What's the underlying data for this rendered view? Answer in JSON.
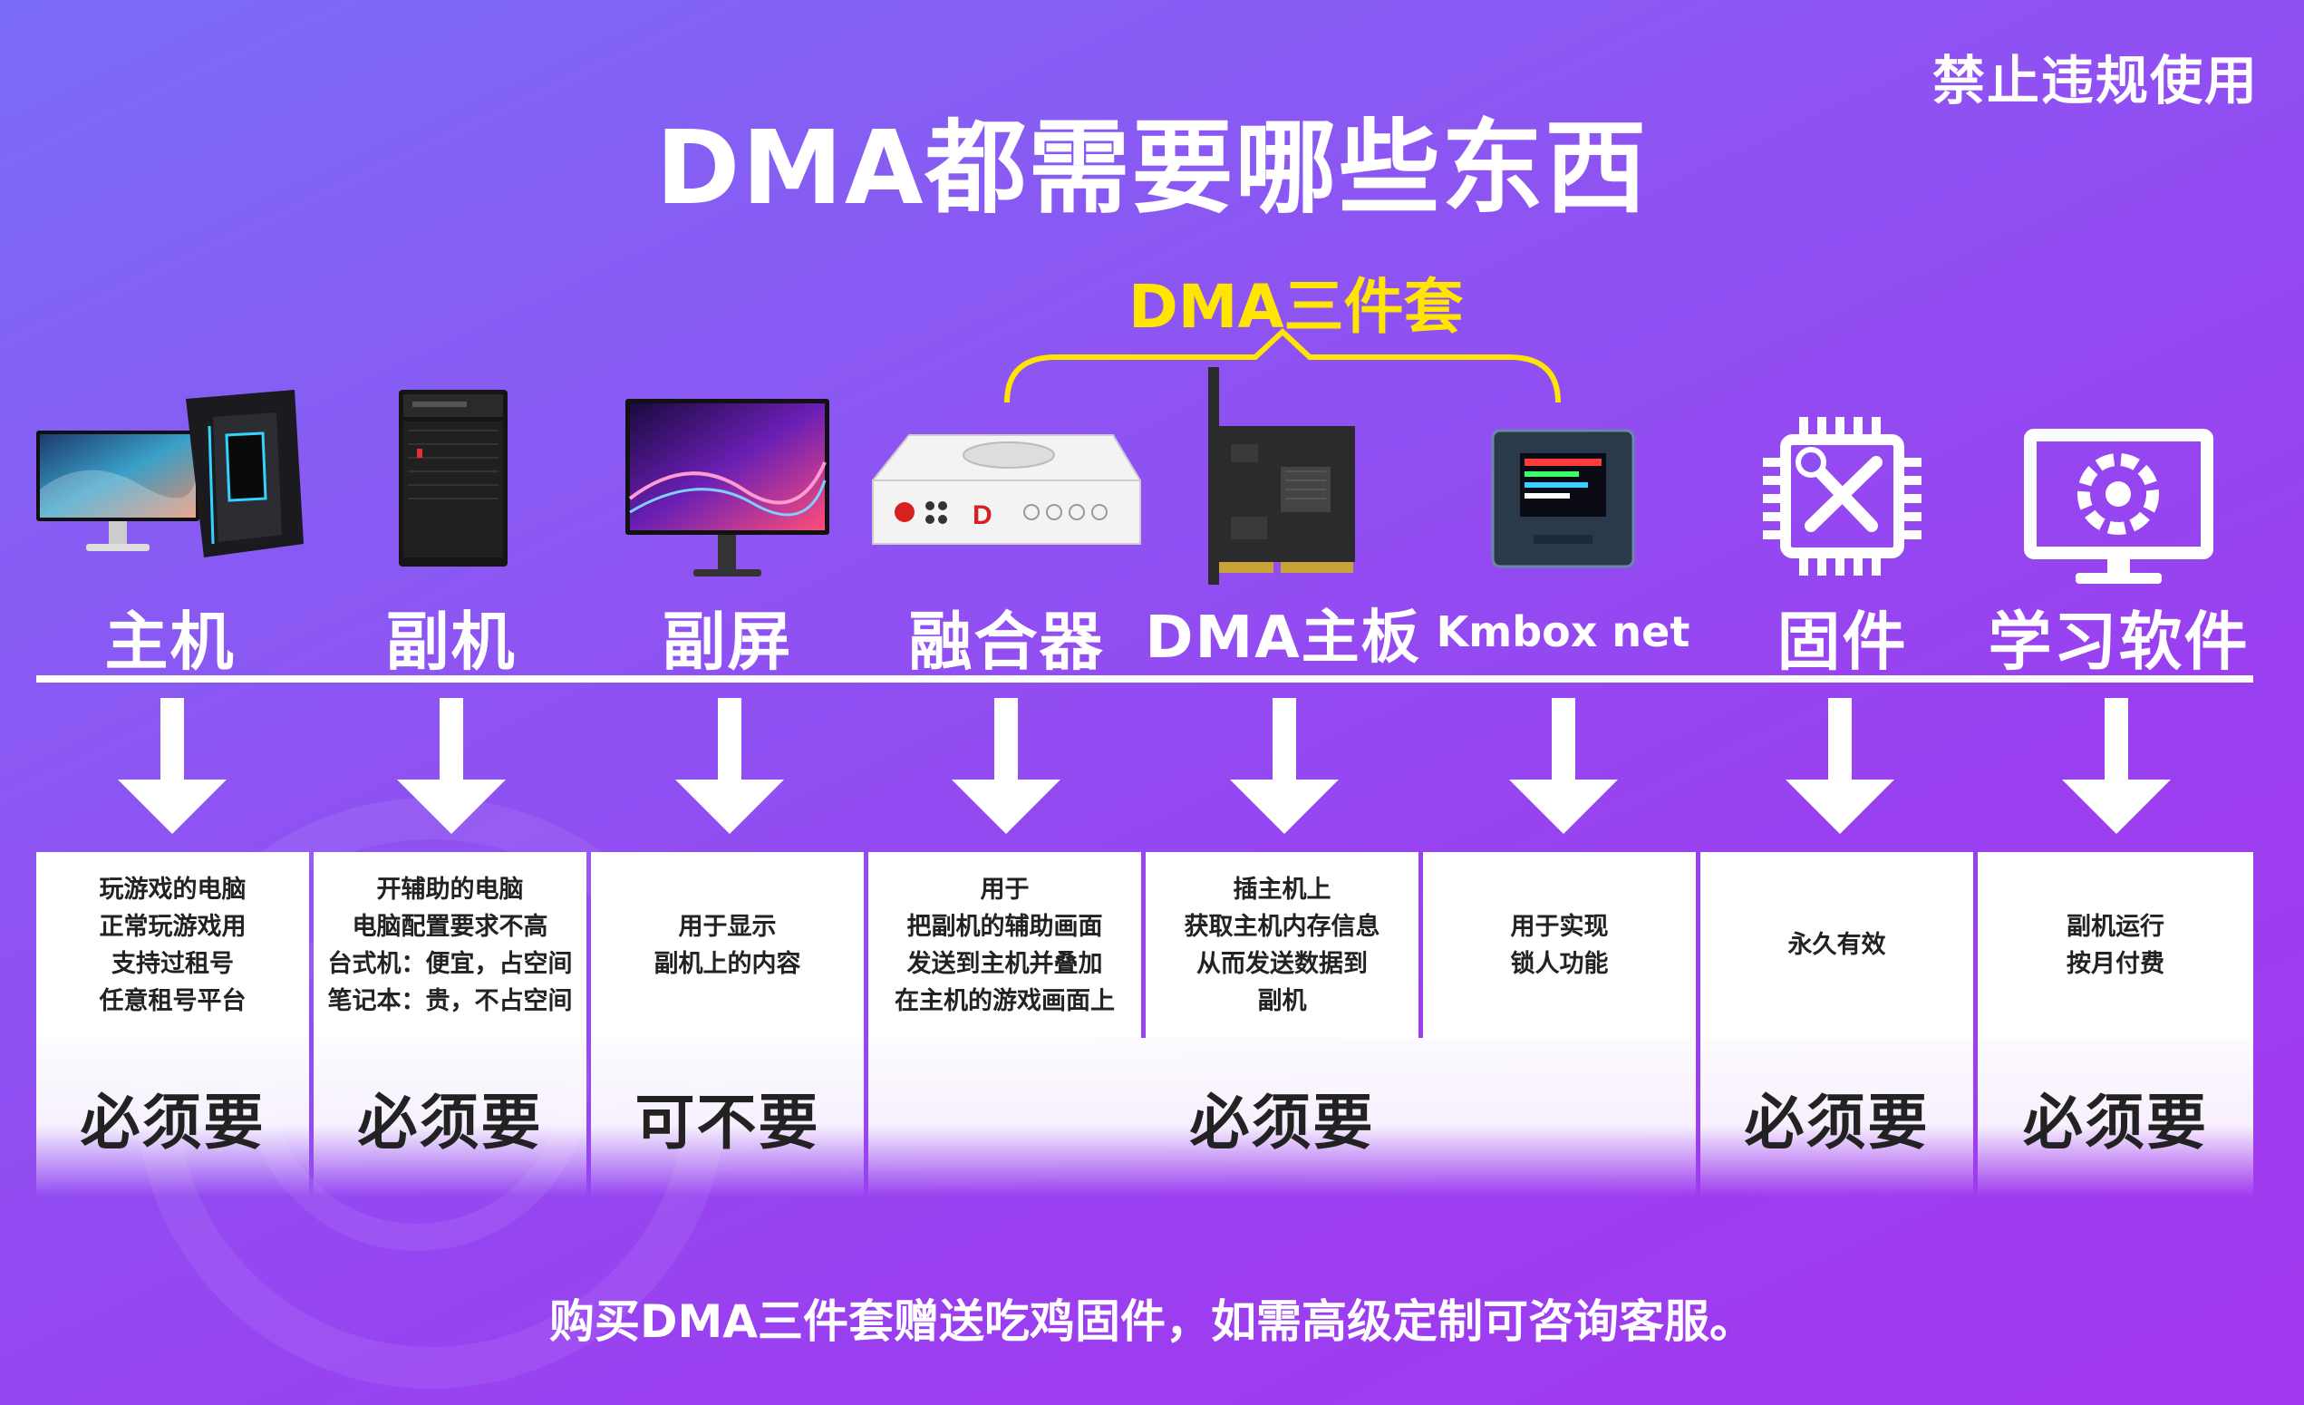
{
  "notice": "禁止违规使用",
  "title": "DMA都需要哪些东西",
  "set_label": "DMA三件套",
  "items": [
    {
      "label": "主机",
      "icon": "desktop-pc-icon"
    },
    {
      "label": "副机",
      "icon": "tower-case-icon"
    },
    {
      "label": "副屏",
      "icon": "monitor-icon"
    },
    {
      "label": "融合器",
      "icon": "fusion-box-icon"
    },
    {
      "label": "DMA主板",
      "icon": "pcie-card-icon"
    },
    {
      "label": "Kmbox net",
      "icon": "kmbox-device-icon"
    },
    {
      "label": "固件",
      "icon": "chip-tools-icon"
    },
    {
      "label": "学习软件",
      "icon": "monitor-gear-icon"
    }
  ],
  "descriptions": [
    [
      "玩游戏的电脑",
      "正常玩游戏用",
      "支持过租号",
      "任意租号平台"
    ],
    [
      "开辅助的电脑",
      "电脑配置要求不高",
      "台式机：便宜，占空间",
      "笔记本：贵，不占空间"
    ],
    [
      "用于显示",
      "副机上的内容"
    ],
    [
      "用于",
      "把副机的辅助画面",
      "发送到主机并叠加",
      "在主机的游戏画面上"
    ],
    [
      "插主机上",
      "获取主机内存信息",
      "从而发送数据到",
      "副机"
    ],
    [
      "用于实现",
      "锁人功能"
    ],
    [
      "永久有效"
    ],
    [
      "副机运行",
      "按月付费"
    ]
  ],
  "requirements": [
    "必须要",
    "必须要",
    "可不要",
    "必须要",
    "必须要",
    "必须要"
  ],
  "footer": "购买DMA三件套赠送吃鸡固件，如需高级定制可咨询客服。",
  "colors": {
    "accent_yellow": "#ffe500",
    "bg_start": "#7a6cf6",
    "bg_end": "#a338ee"
  }
}
